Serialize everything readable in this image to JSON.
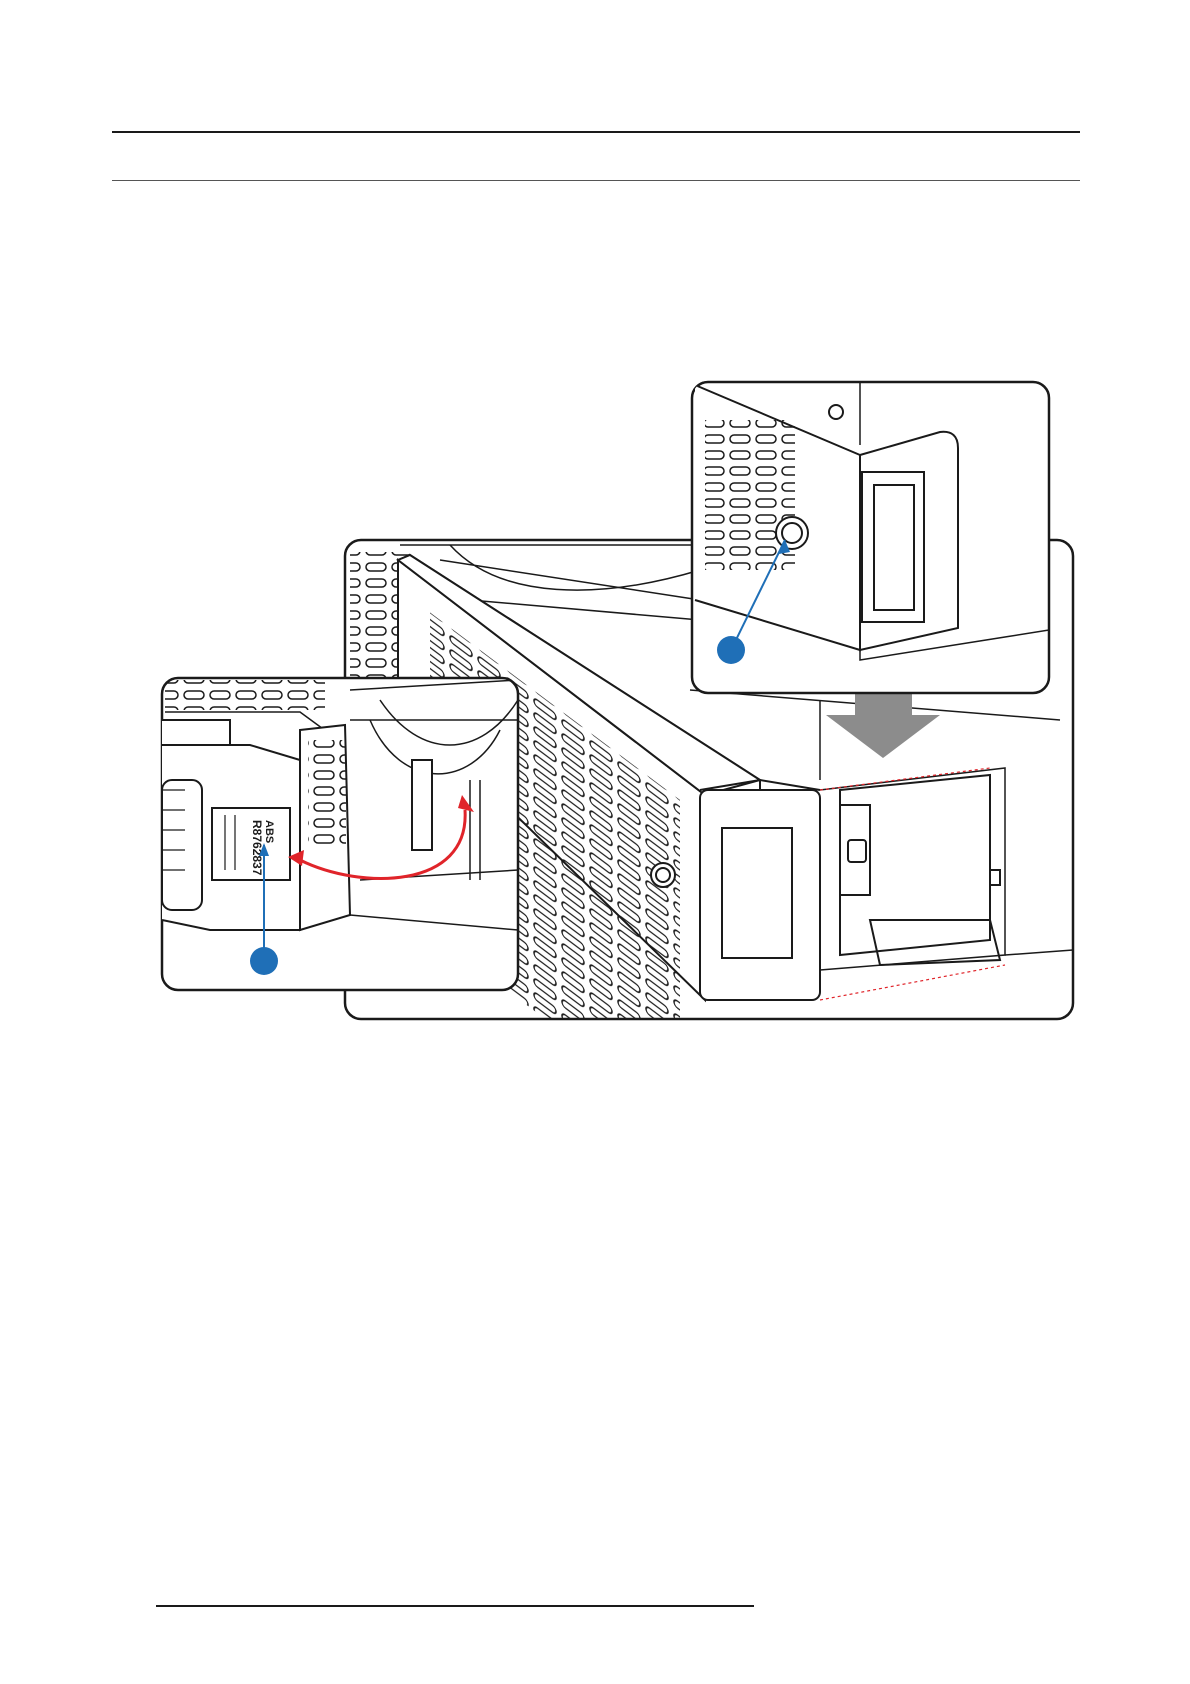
{
  "page": {
    "title": "",
    "section": ""
  },
  "figure": {
    "part_label_text": "R8762837",
    "part_label_text2": "ABS",
    "callouts": [
      {
        "name": "callout-1",
        "label": ""
      },
      {
        "name": "callout-2",
        "label": ""
      }
    ],
    "colors": {
      "callout_fill": "#1f6fb7",
      "callout_line": "#1f6fb7",
      "arrow_red": "#e0242a",
      "arrow_gray": "#8c8c8c",
      "dashed_red": "#e0242a",
      "line_art": "#1a1a1a"
    }
  }
}
